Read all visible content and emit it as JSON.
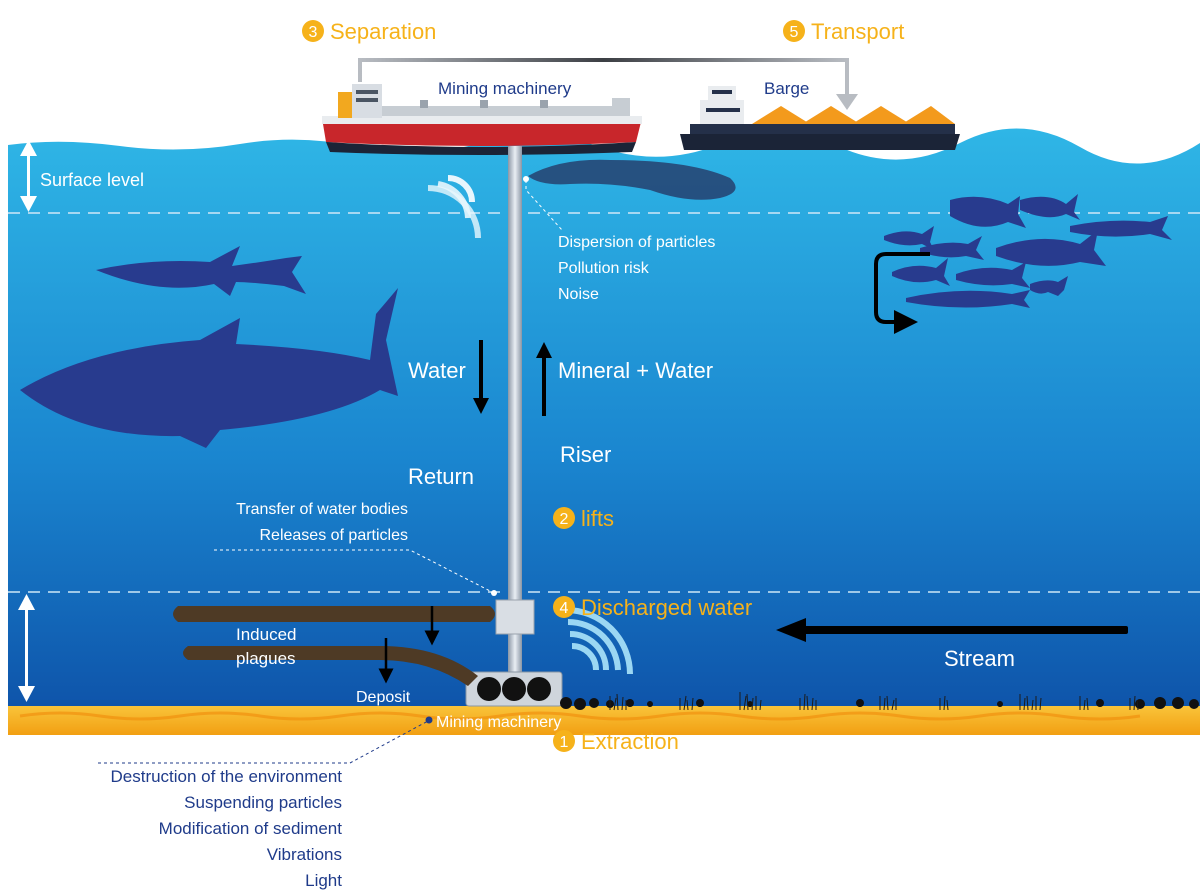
{
  "steps": {
    "extraction": {
      "num": "1",
      "label": "Extraction"
    },
    "lifts": {
      "num": "2",
      "label": "lifts"
    },
    "separation": {
      "num": "3",
      "label": "Separation"
    },
    "discharged": {
      "num": "4",
      "label": "Discharged water"
    },
    "transport": {
      "num": "5",
      "label": "Transport"
    }
  },
  "labels": {
    "mining_machinery_ship": "Mining machinery",
    "barge": "Barge",
    "surface_level": "Surface level",
    "water": "Water",
    "mineral_water": "Mineral + Water",
    "return": "Return",
    "riser": "Riser",
    "stream": "Stream",
    "induced_plagues_1": "Induced",
    "induced_plagues_2": "plagues",
    "deposit": "Deposit",
    "mining_machinery_floor": "Mining machinery"
  },
  "surface_impacts": [
    "Dispersion of particles",
    "Pollution risk",
    "Noise"
  ],
  "midwater_impacts": [
    "Transfer of water bodies",
    "Releases of particles"
  ],
  "seafloor_impacts": [
    "Destruction of the environment",
    "Suspending particles",
    "Modification of sediment",
    "Vibrations",
    "Light"
  ],
  "colors": {
    "ocean_top": "#2fb6e6",
    "ocean_bottom": "#0d4fa6",
    "silhouette": "#283b8e",
    "accent": "#f6b21a",
    "navy_text": "#1f3b8a",
    "seabed": "#f6b21a"
  }
}
